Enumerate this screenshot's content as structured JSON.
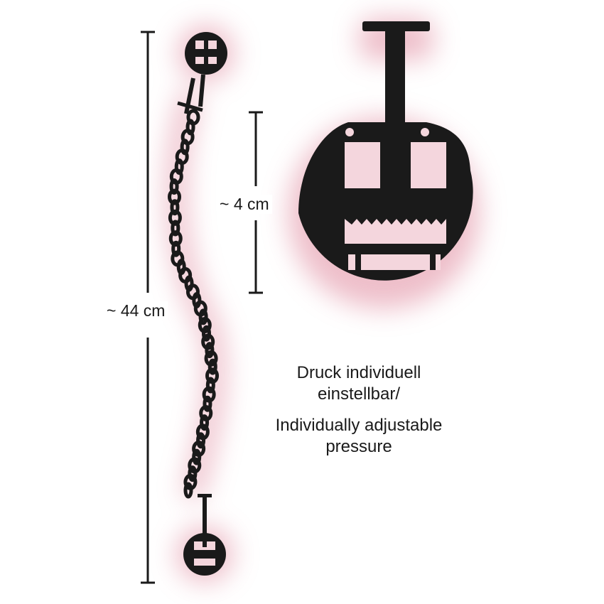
{
  "dimensions": {
    "total_length": "~ 44 cm",
    "clamp_height": "~ 4 cm"
  },
  "description": {
    "german_line1": "Druck individuell",
    "german_line2": "einstellbar/",
    "english_line1": "Individually adjustable",
    "english_line2": "pressure"
  },
  "colors": {
    "silhouette": "#1a1a1a",
    "glow": "#e8a9b8",
    "background": "#ffffff"
  }
}
